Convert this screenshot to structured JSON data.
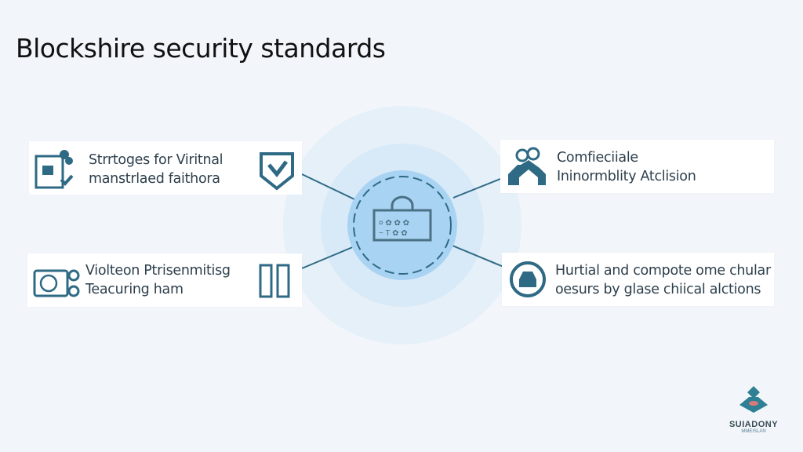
{
  "title": "Blockshire security standards",
  "cards": [
    {
      "lines": [
        "Strrtoges for Viritnal",
        "manstrlaed faithora"
      ],
      "icon": "checklist-icon",
      "side_icon": "shield-icon"
    },
    {
      "lines": [
        "Violteon Ptrisenmitisg",
        "Teacuring ham"
      ],
      "icon": "settings-panel-icon",
      "side_icon": "columns-icon"
    },
    {
      "lines": [
        "Comfieciiale",
        "Ininormblity Atclision"
      ],
      "icon": "people-home-icon"
    },
    {
      "lines": [
        "Hurtial and compote ome chular",
        "oesurs by glase chiical alctions"
      ],
      "icon": "vehicle-circle-icon"
    }
  ],
  "center_icon": "lock-icon",
  "logo": {
    "name": "SUIADONY",
    "sub": "MMEISLAN"
  },
  "colors": {
    "accent": "#2f6a85",
    "halo": "#d6e8f7",
    "core": "#a9d3f2"
  }
}
